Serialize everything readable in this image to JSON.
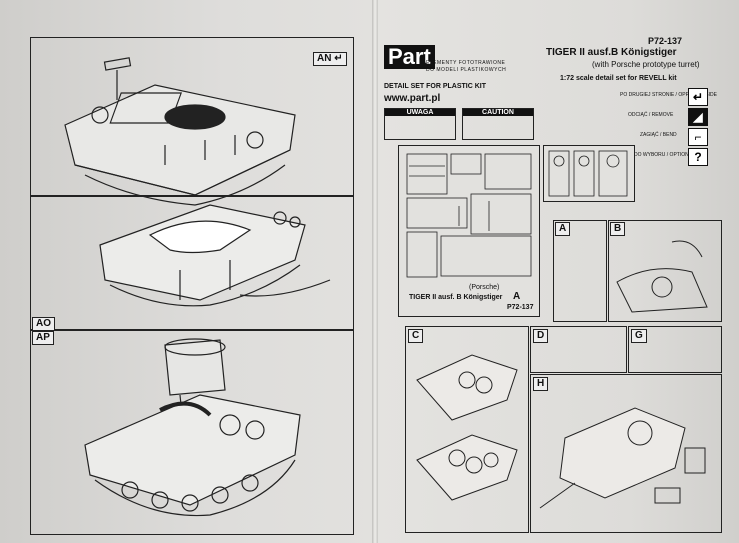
{
  "left_page": {
    "panel_an": {
      "label": "AN",
      "icon": "return-arrow-icon"
    },
    "panel_ao": {
      "label": "AO"
    },
    "panel_ap": {
      "label": "AP"
    }
  },
  "right_page": {
    "brand": {
      "logo": "Part",
      "sub_lines": [
        "ELEMENTY FOTOTRAWIONE",
        "DO MODELI PLASTIKOWYCH"
      ],
      "detail_set": "DETAIL SET FOR PLASTIC KIT",
      "website": "www.part.pl"
    },
    "product_code": "P72-137",
    "title_main": "TIGER II ausf.B Königstiger",
    "title_sub": "(with Porsche prototype turret)",
    "scale_line": "1:72 scale detail set for REVELL kit",
    "notices": {
      "uwaga": "UWAGA",
      "caution": "CAUTION"
    },
    "legend": [
      {
        "text": "PO DRUGIEJ STRONIE / OPPOSITE SIDE",
        "icon": "return-arrow-icon"
      },
      {
        "text": "ODCIĄĆ / REMOVE",
        "icon": "cut-icon"
      },
      {
        "text": "ZAGIĄĆ / BEND",
        "icon": "bend-icon"
      },
      {
        "text": "DO WYBORU / OPTIONAL",
        "icon": "question-icon"
      }
    ],
    "fret_caption": {
      "name": "TIGER II ausf. B Königstiger",
      "variant": "(Porsche)",
      "code": "P72-137",
      "marker": "A"
    },
    "panels": {
      "a": "A",
      "b": "B",
      "c": "C",
      "d": "D",
      "g": "G",
      "h": "H"
    }
  },
  "colors": {
    "paper": "#dcdbd8",
    "ink": "#111111",
    "fold": "#bfbebb"
  }
}
